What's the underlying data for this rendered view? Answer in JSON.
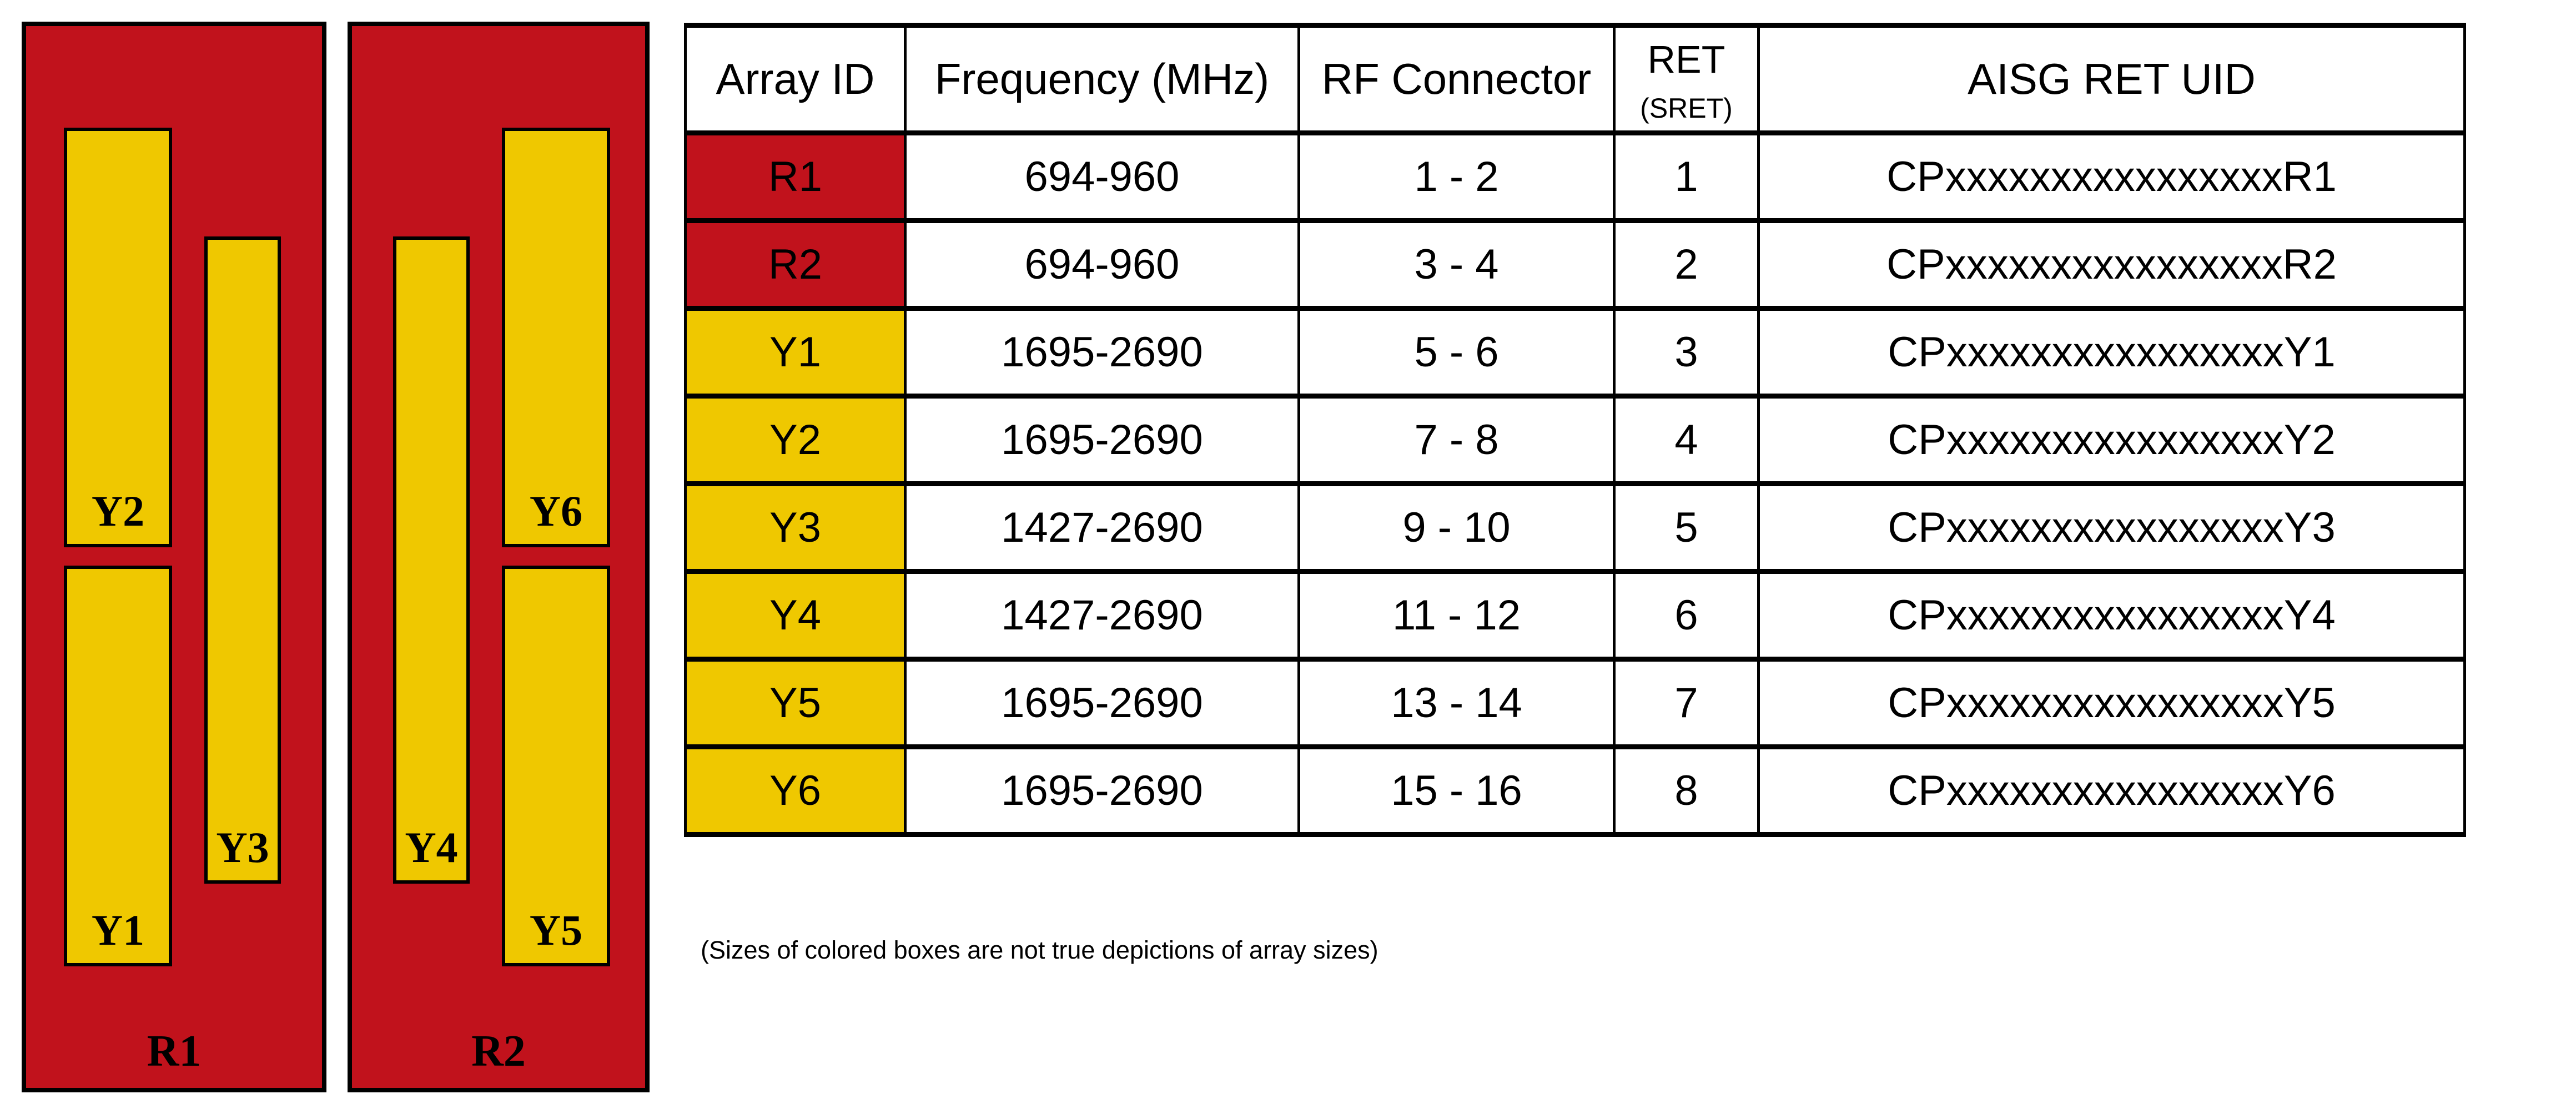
{
  "colors": {
    "red": "#C1121C",
    "yellow": "#EFC800"
  },
  "diagram": {
    "panels": [
      {
        "label": "R1",
        "boxes": [
          "Y2",
          "Y1",
          "Y3"
        ]
      },
      {
        "label": "R2",
        "boxes": [
          "Y4",
          "Y6",
          "Y5"
        ]
      }
    ]
  },
  "table": {
    "headers": {
      "array_id": "Array ID",
      "frequency": "Frequency (MHz)",
      "rf_connector": "RF Connector",
      "ret_line1": "RET",
      "ret_line2": "(SRET)",
      "aisg": "AISG RET UID"
    },
    "rows": [
      {
        "array_id": "R1",
        "color": "red",
        "frequency": "694-960",
        "rf_connector": "1 - 2",
        "ret": "1",
        "aisg_uid": "CPxxxxxxxxxxxxxxxxR1"
      },
      {
        "array_id": "R2",
        "color": "red",
        "frequency": "694-960",
        "rf_connector": "3 - 4",
        "ret": "2",
        "aisg_uid": "CPxxxxxxxxxxxxxxxxR2"
      },
      {
        "array_id": "Y1",
        "color": "yellow",
        "frequency": "1695-2690",
        "rf_connector": "5 - 6",
        "ret": "3",
        "aisg_uid": "CPxxxxxxxxxxxxxxxxY1"
      },
      {
        "array_id": "Y2",
        "color": "yellow",
        "frequency": "1695-2690",
        "rf_connector": "7 - 8",
        "ret": "4",
        "aisg_uid": "CPxxxxxxxxxxxxxxxxY2"
      },
      {
        "array_id": "Y3",
        "color": "yellow",
        "frequency": "1427-2690",
        "rf_connector": "9 - 10",
        "ret": "5",
        "aisg_uid": "CPxxxxxxxxxxxxxxxxY3"
      },
      {
        "array_id": "Y4",
        "color": "yellow",
        "frequency": "1427-2690",
        "rf_connector": "11 - 12",
        "ret": "6",
        "aisg_uid": "CPxxxxxxxxxxxxxxxxY4"
      },
      {
        "array_id": "Y5",
        "color": "yellow",
        "frequency": "1695-2690",
        "rf_connector": "13 - 14",
        "ret": "7",
        "aisg_uid": "CPxxxxxxxxxxxxxxxxY5"
      },
      {
        "array_id": "Y6",
        "color": "yellow",
        "frequency": "1695-2690",
        "rf_connector": "15 - 16",
        "ret": "8",
        "aisg_uid": "CPxxxxxxxxxxxxxxxxY6"
      }
    ]
  },
  "note": "(Sizes of colored boxes are not true depictions of array sizes)"
}
